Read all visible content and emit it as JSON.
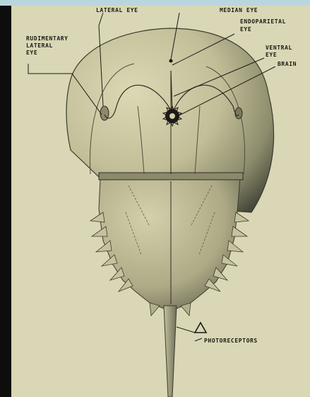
{
  "colors": {
    "frame": "#b9d6df",
    "left_band": "#0d0e0c",
    "paper": "#d9d7b5",
    "shell_light": "#d2ceaa",
    "shell_mid": "#a8a584",
    "shell_dark": "#4a4c3c",
    "ink": "#1c1a15"
  },
  "labels": {
    "lateral_eye": "LATERAL EYE",
    "median_eye": "MEDIAN EYE",
    "endoparietal_1": "ENDOPARIETAL",
    "endoparietal_2": "EYE",
    "rudimentary_1": "RUDIMENTARY",
    "rudimentary_2": "LATERAL",
    "rudimentary_3": "EYE",
    "ventral_1": "VENTRAL",
    "ventral_2": "EYE",
    "brain": "BRAIN",
    "photoreceptors": "PHOTORECEPTORS"
  },
  "icons": [
    "horseshoe-crab-illustration",
    "photoreceptor-triangle-icon",
    "brain-icon"
  ]
}
